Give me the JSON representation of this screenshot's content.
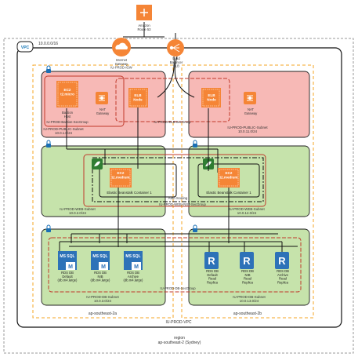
{
  "top": {
    "route53": "Amazon\nRoute 53",
    "igw": "Internet\nGateway\nIU-PROD-IGW",
    "elb": "Load\nBalancer\nELB"
  },
  "vpc": {
    "badge": "VPC",
    "cidr": "10.0.0.0/16",
    "name": "IU-PROD-VPC"
  },
  "region": {
    "label": "region\nap-southeast-2 (Sydney)"
  },
  "az": {
    "left": "ap-southeast-2a",
    "right": "ap-southeast-2b"
  },
  "public": {
    "left_subnet": "IU-PROD-PUBLIC-Subnet\n10.0.1.0/24",
    "right_subnet": "IU-PROD-PUBLIC-Subnet\n10.0.11.0/24",
    "bastion_sg": "IU-PROD-Bastion-SecGroup",
    "elb_sg": "IU-PROD-ELB-SecGroup",
    "ec2_bastion": "EC2\nt2.micro",
    "bastion_label": "Bastion\nHost",
    "nat_label": "NAT\nGateway",
    "elb_node": "ELB\nNode"
  },
  "web": {
    "left_subnet": "IU-PROD-WEB-Subnet\n10.0.2.0/24",
    "right_subnet": "IU-PROD-WEB-Subnet\n10.0.12.0/24",
    "web_sg": "IU-PROD-WEB-INST-SecGroup",
    "auto_scaling": "Auto Scaling",
    "ec2_label": "EC2\nt2.medium",
    "eb_container": "Elastic Beanstalk Container 1"
  },
  "db": {
    "left_subnet": "IU-PROD-DB-Subnet\n10.0.3.0/24",
    "right_subnet": "IU-PROD-DB-Subnet\n10.0.13.0/24",
    "db_sg": "IU-PROD-DB-SecGroup",
    "mssql_badge": "MS SQL",
    "mssql": [
      "RDS DB\nDefault\n(db.m4.large)",
      "RDS DB\nNIB\n(db.m4.large)",
      "RDS DB\nArchive\n(db.m4.large)"
    ],
    "replicas": [
      "RDS DB\nDefault\nRead\nReplica",
      "RDS DB\nNIB\nRead\nReplica",
      "RDS DB\nArchive\nRead\nReplica"
    ]
  },
  "colors": {
    "aws_orange": "#f58536",
    "public_fill": "#f7b9b6",
    "private_fill": "#c6e3ab",
    "db_blue": "#2d72b8",
    "sg_red": "#c0392b",
    "az_orange": "#f5a623"
  }
}
